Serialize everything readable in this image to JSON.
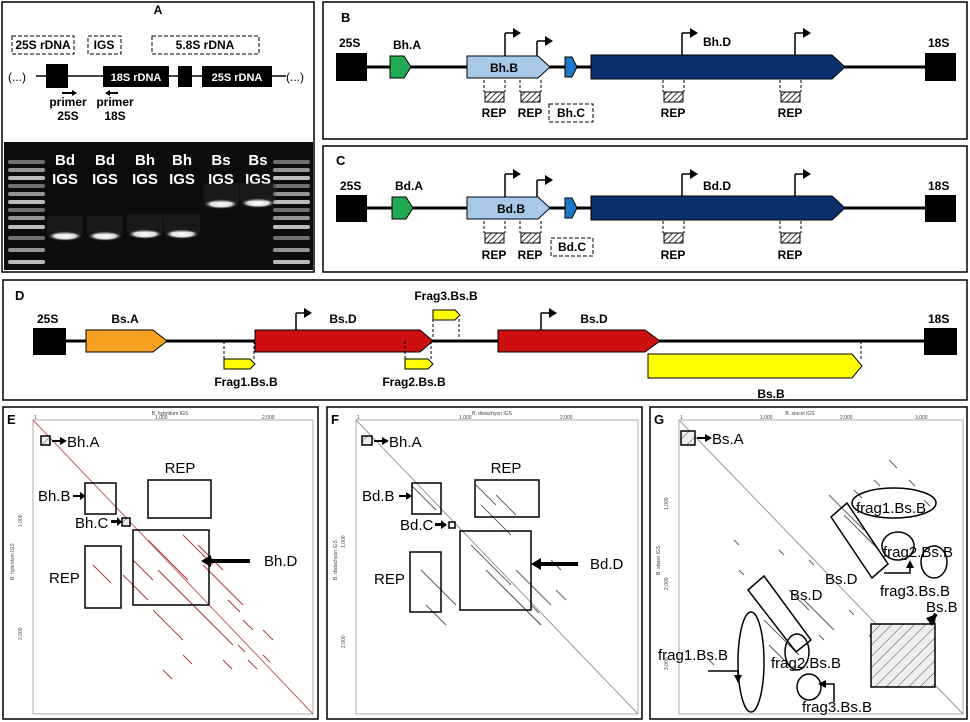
{
  "panels": {
    "A": "A",
    "B": "B",
    "C": "C",
    "D": "D",
    "E": "E",
    "F": "F",
    "G": "G"
  },
  "panelA": {
    "label_25s_rdna": "25S rDNA",
    "label_igs": "IGS",
    "label_58s_rdna": "5.8S rDNA",
    "ellipsis_left": "(...)",
    "ellipsis_right": "(...)",
    "label_18s_rdna": "18S rDNA",
    "label_25s_rdna_2": "25S rDNA",
    "primer25_line1": "primer",
    "primer25_line2": "25S",
    "primer18_line1": "primer",
    "primer18_line2": "18S",
    "lanes": [
      {
        "top": "Bd",
        "bottom": "IGS"
      },
      {
        "top": "Bd",
        "bottom": "IGS"
      },
      {
        "top": "Bh",
        "bottom": "IGS"
      },
      {
        "top": "Bh",
        "bottom": "IGS"
      },
      {
        "top": "Bs",
        "bottom": "IGS"
      },
      {
        "top": "Bs",
        "bottom": "IGS"
      }
    ]
  },
  "panelB": {
    "end_left": "25S",
    "end_right": "18S",
    "geneA": "Bh.A",
    "geneB": "Bh.B",
    "geneC": "Bh.C",
    "geneD": "Bh.D",
    "rep": "REP"
  },
  "panelC": {
    "end_left": "25S",
    "end_right": "18S",
    "geneA": "Bd.A",
    "geneB": "Bd.B",
    "geneC": "Bd.C",
    "geneD": "Bd.D",
    "rep": "REP"
  },
  "panelD": {
    "end_left": "25S",
    "end_right": "18S",
    "geneA": "Bs.A",
    "geneD1": "Bs.D",
    "geneD2": "Bs.D",
    "geneB": "Bs.B",
    "frag1": "Frag1.Bs.B",
    "frag2": "Frag2.Bs.B",
    "frag3": "Frag3.Bs.B"
  },
  "panelE": {
    "title": "B. hybridum IGS",
    "yaxis": "B. hybridum IGS",
    "ticks_top": [
      "1",
      "1,000",
      "2,000"
    ],
    "ticks_left": [
      "1,000",
      "2,000"
    ],
    "A": "Bh.A",
    "B": "Bh.B",
    "C": "Bh.C",
    "D": "Bh.D",
    "rep_top": "REP",
    "rep_left": "REP"
  },
  "panelF": {
    "title": "B. distachyon IGS",
    "yaxis": "B. distachyon IGS",
    "ticks_top": [
      "1",
      "1,000",
      "2,000"
    ],
    "ticks_left": [
      "1,000",
      "2,000"
    ],
    "A": "Bh.A",
    "B": "Bd.B",
    "C": "Bd.C",
    "D": "Bd.D",
    "rep_top": "REP",
    "rep_left": "REP"
  },
  "panelG": {
    "title": "B. stacei IGS",
    "yaxis": "B. stacei IGS",
    "ticks_top": [
      "1",
      "1,000",
      "2,000",
      "3,000"
    ],
    "ticks_left": [
      "1,000",
      "2,000",
      "3,000"
    ],
    "A": "Bs.A",
    "D1": "Bs.D",
    "D2": "Bs.D",
    "B": "Bs.B",
    "frag1a": "frag1.Bs.B",
    "frag2a": "frag2.Bs.B",
    "frag3a": "frag3.Bs.B",
    "frag1b": "frag1.Bs.B",
    "frag2b": "frag2.Bs.B",
    "frag3b": "frag3.Bs.B"
  },
  "colors": {
    "bA": "#22aa55",
    "bB": "#a8c8e8",
    "bC": "#1e78c8",
    "bD": "#0a2f6e",
    "sA": "#f5a020",
    "sD": "#cc1010",
    "sB": "#ffff00"
  }
}
